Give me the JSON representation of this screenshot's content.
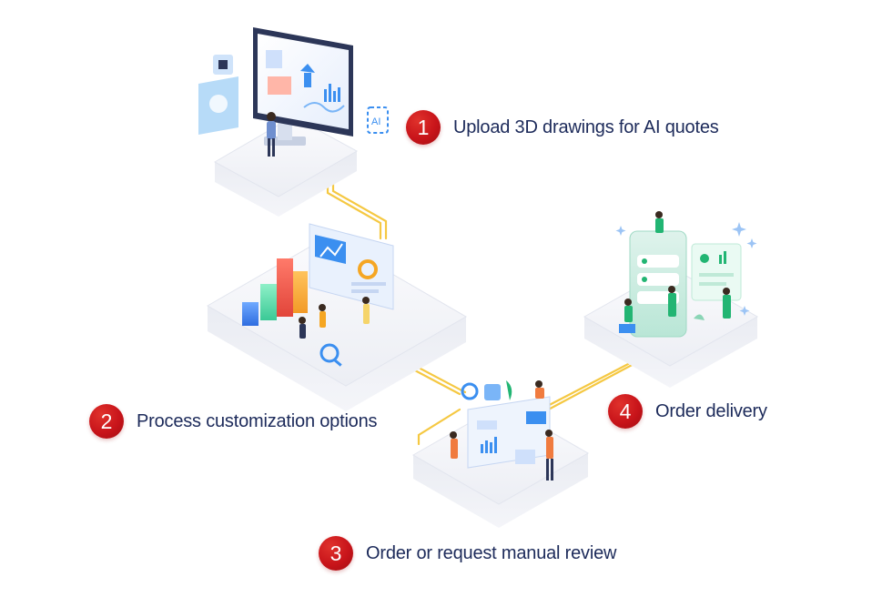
{
  "steps": [
    {
      "number": "1",
      "label": "Upload 3D drawings for AI quotes"
    },
    {
      "number": "2",
      "label": "Process customization options"
    },
    {
      "number": "3",
      "label": "Order or request manual review"
    },
    {
      "number": "4",
      "label": "Order delivery"
    }
  ],
  "colors": {
    "badge": "#c8141a",
    "label": "#1c2a5a",
    "connector": "#f5c842",
    "platform": "#f3f4f8",
    "accent_blue": "#3b8ff0",
    "accent_green": "#22b573",
    "accent_orange": "#f5a623"
  }
}
